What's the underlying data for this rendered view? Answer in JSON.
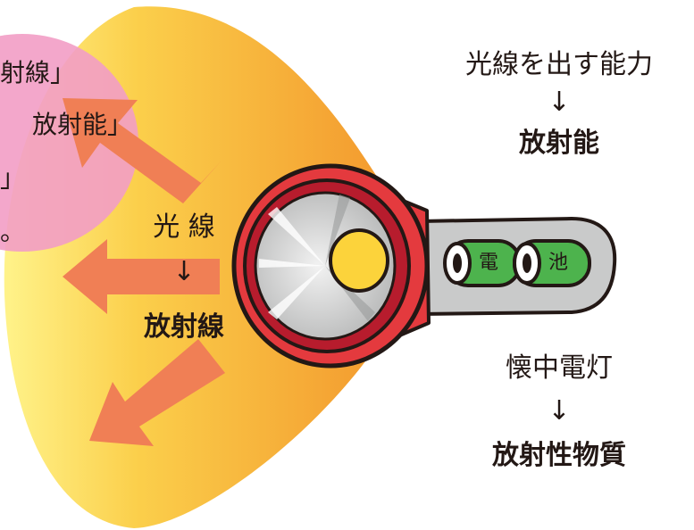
{
  "bubble": {
    "line1": "射線」",
    "line2": "放射能」",
    "line3": "」",
    "line4": "。"
  },
  "top_right": {
    "term": "光線を出す能力",
    "arrow": "↓",
    "label": "放射能"
  },
  "center": {
    "term": "光 線",
    "arrow": "↓",
    "label": "放射線"
  },
  "bottom_right": {
    "term": "懐中電灯",
    "arrow": "↓",
    "label": "放射性物質"
  },
  "battery": {
    "label1": "電",
    "label2": "池"
  },
  "colors": {
    "beam_inner": "#fdea78",
    "beam_outer": "#f6a02f",
    "arrow": "#f07f55",
    "bubble": "#f29dc5",
    "flashlight_red": "#e43a3e",
    "battery_green": "#4db34d",
    "handle_gray": "#c9caca"
  }
}
